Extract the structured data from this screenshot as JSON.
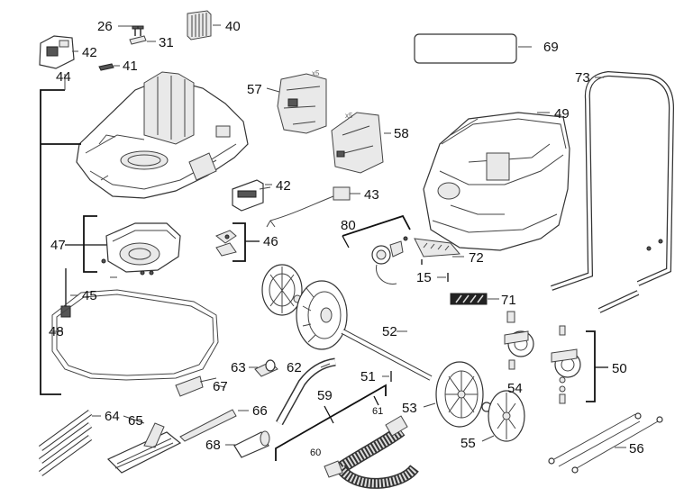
{
  "labels": {
    "l26": "26",
    "l31": "31",
    "l40": "40",
    "l42a": "42",
    "l42b": "42",
    "l41": "41",
    "l44": "44",
    "l57": "57",
    "l58": "58",
    "l49": "49",
    "l43": "43",
    "l69": "69",
    "l73": "73",
    "l80": "80",
    "l46": "46",
    "l47": "47",
    "l45": "45",
    "l48": "48",
    "l72": "72",
    "l15": "15",
    "l71": "71",
    "l52": "52",
    "l50": "50",
    "l63": "63",
    "l62": "62",
    "l51": "51",
    "l67": "67",
    "l59": "59",
    "l61": "61",
    "l54": "54",
    "l53": "53",
    "l64": "64",
    "l65": "65",
    "l66": "66",
    "l68": "68",
    "l60": "60",
    "l55": "55",
    "l56": "56"
  },
  "quantity_marks": {
    "bag_qty": "x5",
    "filter_qty": "x5"
  },
  "icons": [
    "main-housing-top",
    "filter-box",
    "switch-module",
    "screw",
    "float-cage",
    "weight-bracket",
    "seal-ring",
    "dust-bag",
    "paper-filter",
    "container-tub",
    "power-cord",
    "hinge-part",
    "handle-frame",
    "label-plate",
    "lock-clip",
    "logo-strip",
    "axle",
    "castor-wheel",
    "wheel",
    "hub-cap",
    "hose-connector",
    "bent-pipe",
    "extension-tubes",
    "floor-nozzle",
    "crevice-nozzle",
    "round-brush",
    "suction-hose",
    "cable-strap"
  ]
}
